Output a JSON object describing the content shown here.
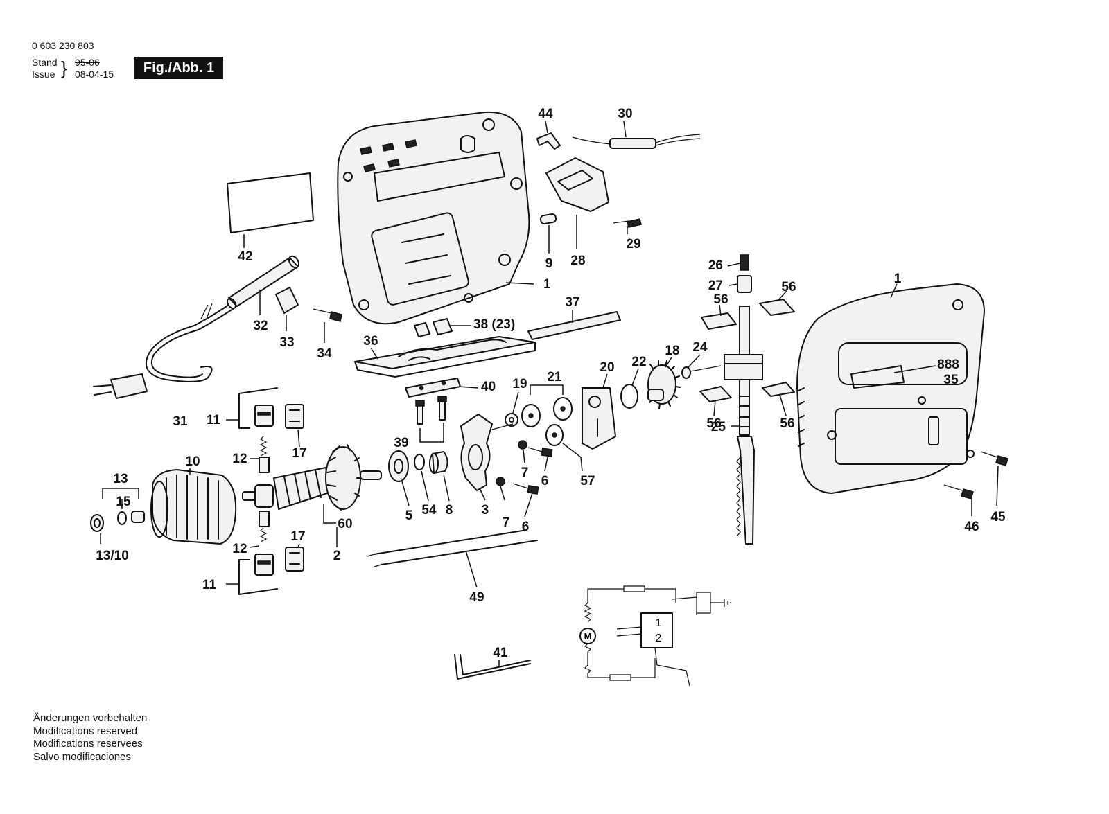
{
  "header": {
    "part_number": "0 603 230 803",
    "stand_label": "Stand",
    "issue_label": "Issue",
    "old_date": "95-06",
    "issue_date": "08-04-15",
    "figure_label": "Fig./Abb. 1"
  },
  "callouts": {
    "c44": "44",
    "c30": "30",
    "c42": "42",
    "c32": "32",
    "c33": "33",
    "c34": "34",
    "c9": "9",
    "c28": "28",
    "c29": "29",
    "c1a": "1",
    "c1b": "1",
    "c26": "26",
    "c27": "27",
    "c56a": "56",
    "c56b": "56",
    "c56c": "56",
    "c56d": "56",
    "c37": "37",
    "c38": "38 (23)",
    "c36": "36",
    "c40": "40",
    "c39": "39",
    "c31": "31",
    "c11a": "11",
    "c11b": "11",
    "c17a": "17",
    "c17b": "17",
    "c12a": "12",
    "c12b": "12",
    "c10": "10",
    "c13": "13",
    "c15": "15",
    "c1310": "13/10",
    "c60": "60",
    "c2": "2",
    "c5": "5",
    "c54": "54",
    "c8": "8",
    "c3": "3",
    "c7a": "7",
    "c7b": "7",
    "c6a": "6",
    "c6b": "6",
    "c19": "19",
    "c21": "21",
    "c20": "20",
    "c22": "22",
    "c18": "18",
    "c24": "24",
    "c57": "57",
    "c888": "888",
    "c35": "35",
    "c25": "25",
    "c45": "45",
    "c46": "46",
    "c49": "49",
    "c41": "41",
    "motor": "M",
    "sw1": "1",
    "sw2": "2"
  },
  "footer": {
    "line1": "Änderungen vorbehalten",
    "line2": "Modifications reserved",
    "line3": "Modifications reservees",
    "line4": "Salvo modificaciones"
  }
}
